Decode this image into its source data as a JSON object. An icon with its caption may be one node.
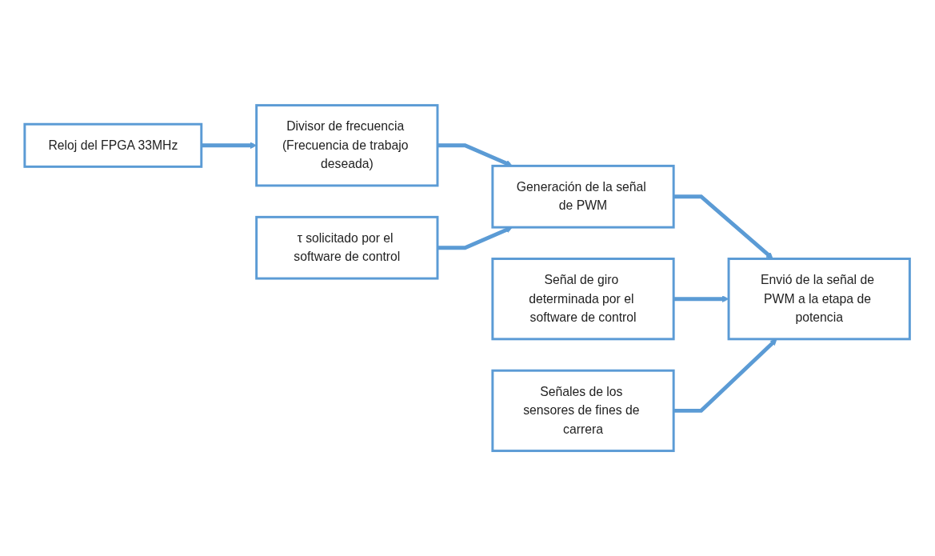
{
  "diagram": {
    "nodes": [
      {
        "text": [
          "Reloj del FPGA 33MHz"
        ]
      },
      {
        "text": [
          "Divisor de frecuencia (Frecuencia de trabajo deseada)"
        ]
      },
      {
        "text": [
          "Generación de la señal de PWM"
        ]
      },
      {
        "text": [
          "τ solicitado por el software de control"
        ]
      },
      {
        "text": [
          "Señal de giro determinada por el software de control"
        ]
      },
      {
        "text": [
          "Señales de los sensores de fines de carrera"
        ]
      },
      {
        "text": [
          "Envió de la señal de PWM a la etapa de potencia"
        ]
      }
    ],
    "edges": [
      {
        "from": 0,
        "to": 1,
        "arrow": "to"
      },
      {
        "from": 1,
        "to": 2,
        "arrow": "to"
      },
      {
        "from": 3,
        "to": 2,
        "arrow": "to"
      },
      {
        "from": 2,
        "to": 6,
        "arrow": "to"
      },
      {
        "from": 4,
        "to": 6,
        "arrow": "to"
      },
      {
        "from": 5,
        "to": 6,
        "arrow": "to"
      }
    ]
  }
}
